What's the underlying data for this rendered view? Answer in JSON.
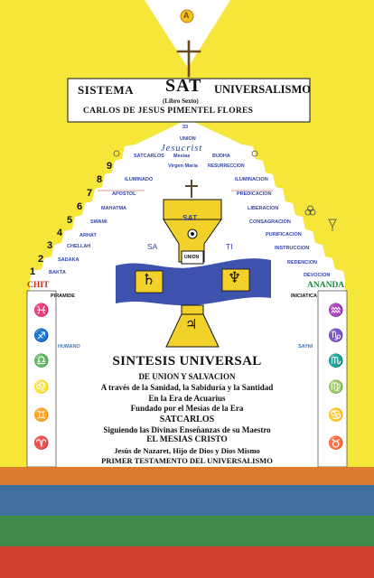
{
  "colors": {
    "background": "#f6e63a",
    "white_panel": "#ffffff",
    "blue": "#3f52ad",
    "green": "#2f8a49",
    "red": "#d93a2c",
    "orange": "#e0692a",
    "stripe_orange": "#dc7a30",
    "stripe_blue": "#3f6f9f",
    "stripe_green": "#3f8a46",
    "stripe_red": "#d0402e"
  },
  "icons": [
    "alpha-emblem-icon",
    "crescent-moon-icon",
    "cross-icon",
    "temple-cross-icon",
    "saturn-icon",
    "neptune-icon",
    "jupiter-icon",
    "zodiac-sign-icon",
    "triple-circle-icon"
  ],
  "header": {
    "sistema": "SISTEMA",
    "sat": "SAT",
    "universalismo": "UNIVERSALISMO",
    "libro": "(Libro Sexto)",
    "author": "CARLOS DE JESUS PIMENTEL FLORES"
  },
  "emblem": {
    "alpha": "A"
  },
  "pyramid": {
    "top_number": "33",
    "union": "UNION",
    "jesucrist": "Jesucrist",
    "satcarlos": "SATCARLOS",
    "mesias": "Mesias",
    "budha": "BUDHA",
    "virgen_maria": "Virgen Maria",
    "resurreccion": "RESURRECCION",
    "left_steps": [
      {
        "num": "9",
        "label": "ILUMINADO"
      },
      {
        "num": "8",
        "label": "APOSTOL"
      },
      {
        "num": "7",
        "label": "MAHATMA"
      },
      {
        "num": "6",
        "label": "SWAMI"
      },
      {
        "num": "5",
        "label": "ARHAT"
      },
      {
        "num": "4",
        "label": "CHELLAH"
      },
      {
        "num": "3",
        "label": "SADAKA"
      },
      {
        "num": "2",
        "label": "BAKTA"
      },
      {
        "num": "1",
        "label": ""
      }
    ],
    "right_steps": [
      "ILUMINACION",
      "PREDICACION",
      "LIBERACION",
      "CONSAGRACION",
      "PURIFICACION",
      "INSTRUCCION",
      "REDENCION",
      "DEVOCION"
    ]
  },
  "temple": {
    "sat": "SAT",
    "sa": "SA",
    "ti": "TI",
    "union": "UNION"
  },
  "sides": {
    "chit": "CHIT",
    "piramide": "PIRAMIDE",
    "humano": "HUMANO",
    "ananda": "ANANDA",
    "iniciatica": "INICIATICA",
    "sayni": "SAYNI"
  },
  "body_text": {
    "title": "SINTESIS UNIVERSAL",
    "lines": [
      "DE UNION Y SALVACION",
      "A través  de la Sanidad, la Sabiduría y la Santidad",
      "En la Era de Acuarius",
      "Fundado por el Mesías de la Era",
      "SATCARLOS",
      "Siguiendo las Divinas Enseñanzas de su Maestro",
      "EL MESIAS CRISTO",
      "Jesús de Nazaret, Hijo de Dios y Dios Mismo",
      "PRIMER TESTAMENTO DEL UNIVERSALISMO"
    ]
  }
}
